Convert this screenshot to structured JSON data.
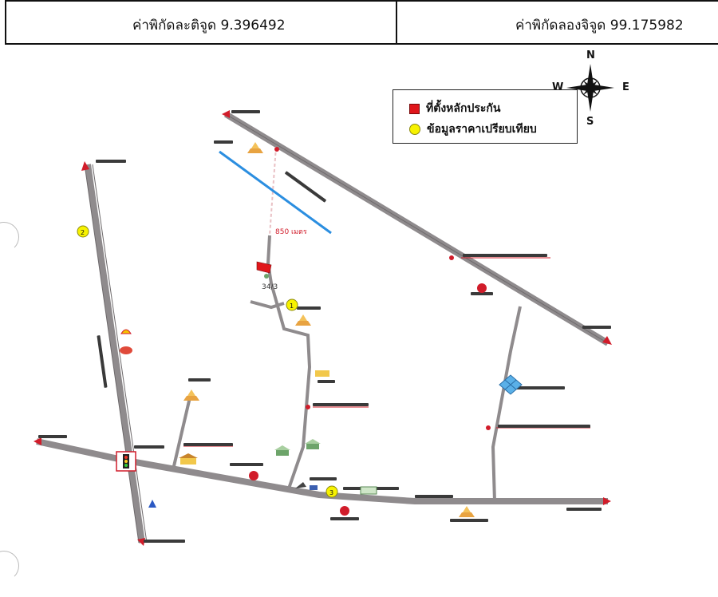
{
  "coordinates": {
    "latitude_label": "ค่าพิกัดละติจูด 9.396492",
    "longitude_label": "ค่าพิกัดลองจิจูด 99.175982"
  },
  "legend": {
    "collateral_label": "ที่ตั้งหลักประกัน",
    "price_comparison_label": "ข้อมูลราคาเปรียบเทียบ",
    "collateral_color": "#e0161b",
    "comparison_color": "#f7f200"
  },
  "compass": {
    "north": "N",
    "south": "S",
    "east": "E",
    "west": "W"
  },
  "map_labels": {
    "distance": "850 เมตร",
    "house_no": "34/3",
    "point_1": "1",
    "point_2": "2",
    "point_3": "3",
    "road_color": "#8f8b8d",
    "canal_color": "#2b8ee0"
  }
}
